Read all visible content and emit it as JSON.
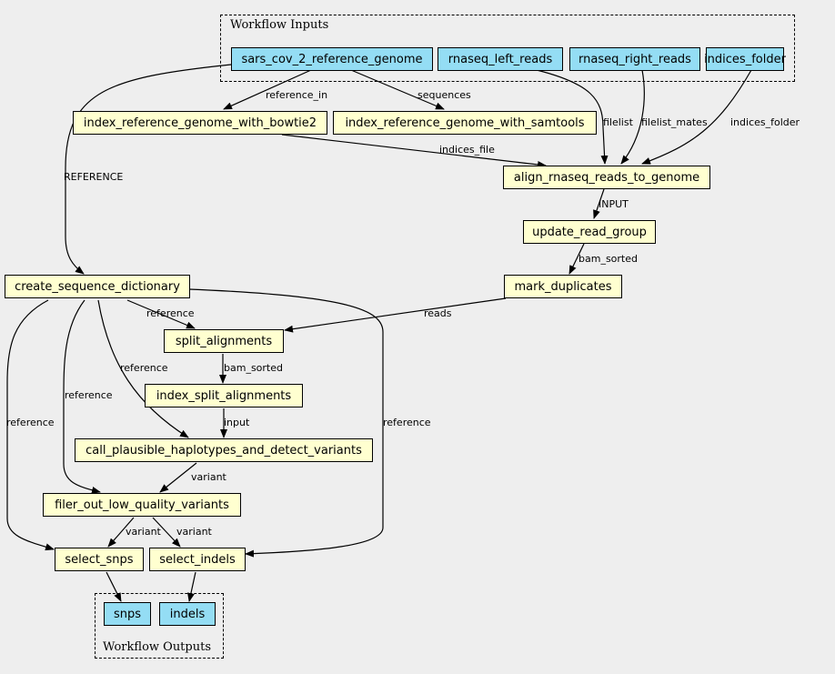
{
  "inputs_cluster_label": "Workflow Inputs",
  "outputs_cluster_label": "Workflow Outputs",
  "nodes": {
    "sars_ref": "sars_cov_2_reference_genome",
    "left_reads": "rnaseq_left_reads",
    "right_reads": "rnaseq_right_reads",
    "indices_folder": "indices_folder",
    "index_bowtie2": "index_reference_genome_with_bowtie2",
    "index_samtools": "index_reference_genome_with_samtools",
    "align": "align_rnaseq_reads_to_genome",
    "update_rg": "update_read_group",
    "mark_dup": "mark_duplicates",
    "seq_dict": "create_sequence_dictionary",
    "split_aln": "split_alignments",
    "index_split": "index_split_alignments",
    "call_hap": "call_plausible_haplotypes_and_detect_variants",
    "filter_low": "filer_out_low_quality_variants",
    "select_snps": "select_snps",
    "select_indels": "select_indels",
    "out_snps": "snps",
    "out_indels": "indels"
  },
  "edge_labels": {
    "reference_in": "reference_in",
    "sequences": "sequences",
    "reference_upper": "REFERENCE",
    "filelist": "filelist",
    "filelist_mates": "filelist_mates",
    "indices_folder": "indices_folder",
    "indices_file": "indices_file",
    "input_upper": "INPUT",
    "bam_sorted_1": "bam_sorted",
    "reads": "reads",
    "reference_split": "reference",
    "bam_sorted_2": "bam_sorted",
    "reference_call": "reference",
    "input_lower": "input",
    "reference_filter": "reference",
    "variant_filter": "variant",
    "reference_snps": "reference",
    "reference_indels": "reference",
    "variant_snps": "variant",
    "variant_indels": "variant"
  }
}
